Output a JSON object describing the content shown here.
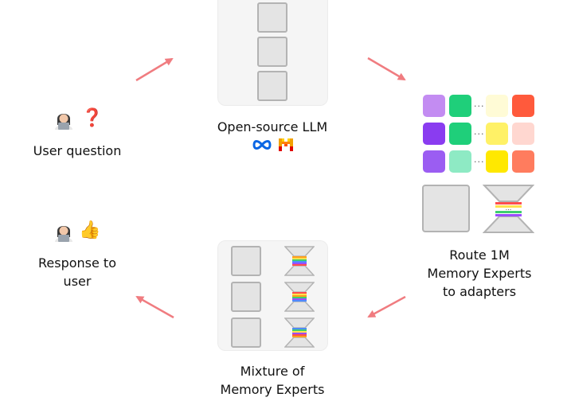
{
  "nodes": {
    "user_question": {
      "label": "User question"
    },
    "llm": {
      "label": "Open-source LLM"
    },
    "route": {
      "line1": "Route 1M",
      "line2": "Memory Experts",
      "line3": "to adapters"
    },
    "mixture": {
      "line1": "Mixture of",
      "line2": "Memory Experts"
    },
    "response": {
      "line1": "Response to",
      "line2": "user"
    }
  },
  "icons": {
    "question_mark": "❓",
    "thumbs_up": "👍",
    "user_avatar": "person-with-laptop-icon",
    "meta_logo": "meta-logo-icon",
    "mistral_logo": "mistral-logo-icon"
  },
  "ellipsis": "...",
  "colors": {
    "arrow": "#f07c80",
    "panel": "#f5f5f5",
    "slot_fill": "#e4e4e4",
    "slot_border": "#b3b3b3",
    "grid": [
      [
        "#c38cf2",
        "#1fcf7a",
        "#fffbd6",
        "#ff5a3c"
      ],
      [
        "#8a3cf0",
        "#1fcf7a",
        "#fff166",
        "#ffd7d0"
      ],
      [
        "#9b5df2",
        "#8eeac4",
        "#ffe800",
        "#ff7c5e"
      ]
    ],
    "rainbow": [
      "#ff4d4d",
      "#ff9f1c",
      "#ffe14d",
      "#3ecf6e",
      "#4d8cff",
      "#9b4dff"
    ]
  }
}
